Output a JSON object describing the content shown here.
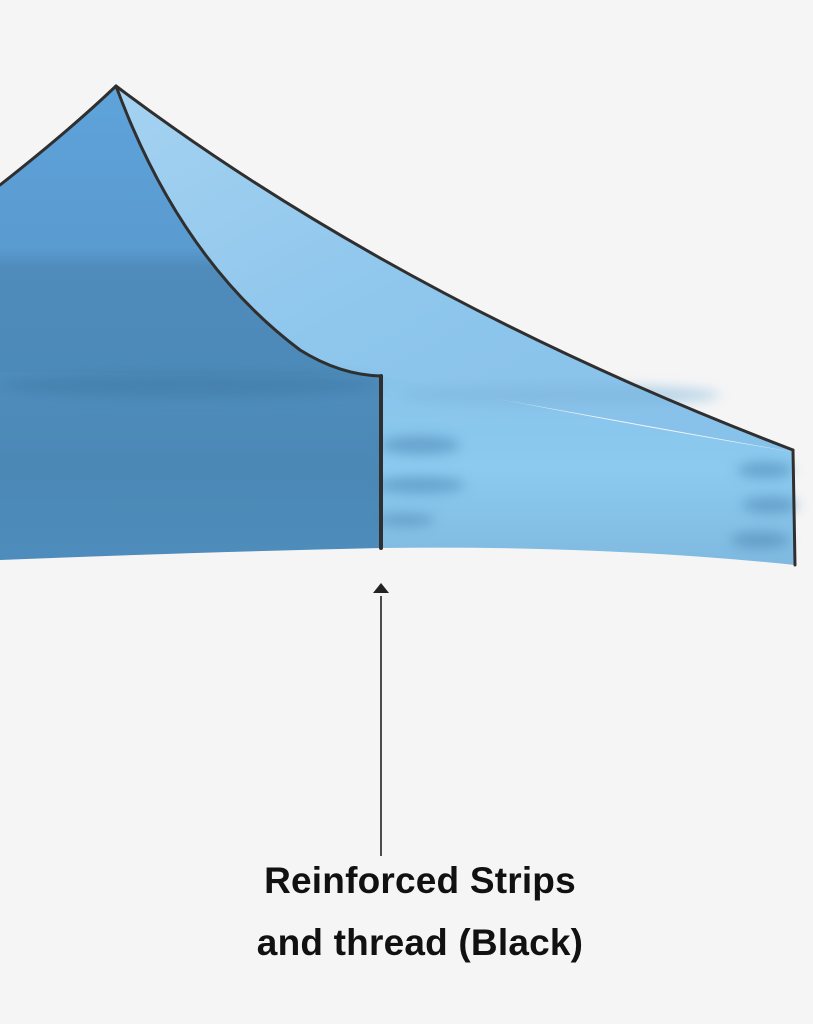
{
  "callout": {
    "line1": "Reinforced Strips",
    "line2": "and thread (Black)"
  },
  "colors": {
    "background": "#f5f5f5",
    "front_panel_light": "#5c9fd6",
    "front_panel_dark": "#4a86b3",
    "side_panel_light": "#8ec8ef",
    "side_panel_mid": "#74afd8",
    "seam": "#2f2f2f",
    "arrow": "#222222"
  },
  "icons": {
    "canopy": "tent-canopy-illustration",
    "arrow": "arrow-up-icon"
  }
}
